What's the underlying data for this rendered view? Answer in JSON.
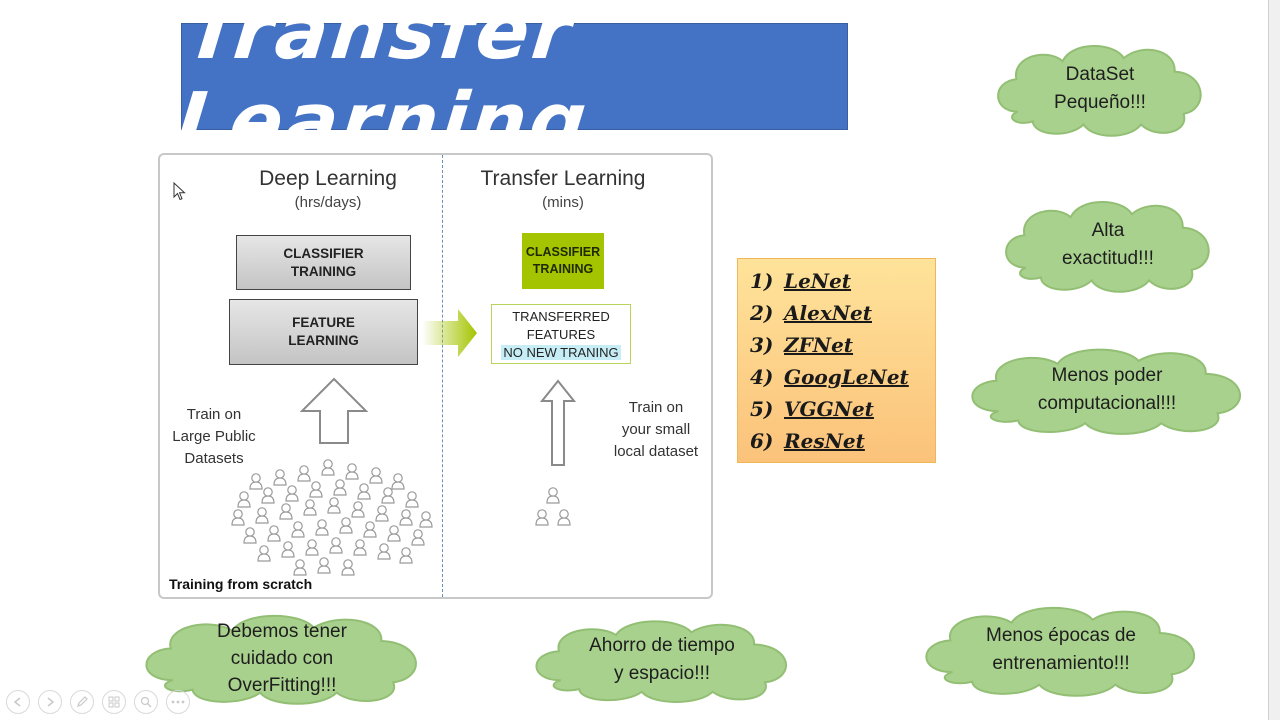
{
  "slide": {
    "title": "Transfer Learning"
  },
  "diagram": {
    "left": {
      "heading": "Deep Learning",
      "sub": "(hrs/days)",
      "classifier_line1": "CLASSIFIER",
      "classifier_line2": "TRAINING",
      "feature_line1": "FEATURE",
      "feature_line2": "LEARNING",
      "train_line1": "Train on",
      "train_line2": "Large Public",
      "train_line3": "Datasets",
      "footer": "Training from scratch"
    },
    "right": {
      "heading": "Transfer Learning",
      "sub": "(mins)",
      "classifier_line1": "CLASSIFIER",
      "classifier_line2": "TRAINING",
      "transferred_line1": "TRANSFERRED",
      "transferred_line2": "FEATURES",
      "transferred_line3": "NO NEW TRANING",
      "train_line1": "Train on",
      "train_line2": "your small",
      "train_line3": "local dataset"
    }
  },
  "networks": [
    {
      "num": "1)",
      "name": "LeNet"
    },
    {
      "num": "2)",
      "name": "AlexNet"
    },
    {
      "num": "3)",
      "name": "ZFNet"
    },
    {
      "num": "4)",
      "name": "GoogLeNet"
    },
    {
      "num": "5)",
      "name": "VGGNet"
    },
    {
      "num": "6)",
      "name": "ResNet"
    }
  ],
  "clouds": {
    "dataset_line1": "DataSet",
    "dataset_line2": "Pequeño!!!",
    "accuracy_line1": "Alta",
    "accuracy_line2": "exactitud!!!",
    "compute_line1": "Menos poder",
    "compute_line2": "computacional!!!",
    "overfit_line1": "Debemos tener",
    "overfit_line2": "cuidado con",
    "overfit_line3": "OverFitting!!!",
    "time_line1": "Ahorro de tiempo",
    "time_line2": "y espacio!!!",
    "epochs_line1": "Menos épocas de",
    "epochs_line2": "entrenamiento!!!"
  },
  "colors": {
    "banner": "#4472c4",
    "cloud_fill": "#a9d18e",
    "cloud_stroke": "#92bf74",
    "classifier_green": "#a4c400",
    "list_fill": "#fdd38a"
  },
  "icons": {
    "cursor": "mouse-pointer-icon",
    "people": "person-icon",
    "arrow_up": "outline-arrow-up-icon",
    "arrow_right": "gradient-arrow-right-icon"
  }
}
